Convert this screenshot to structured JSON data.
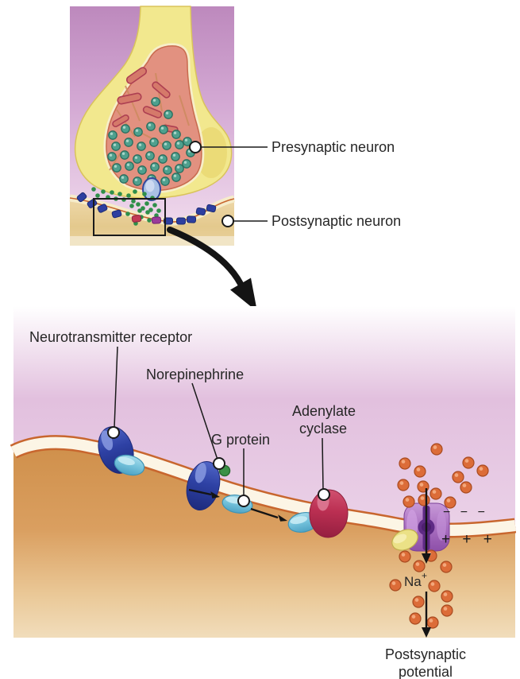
{
  "overview": {
    "presynaptic_label": "Presynaptic neuron",
    "postsynaptic_label": "Postsynaptic neuron"
  },
  "detail": {
    "receptor_label": "Neurotransmitter receptor",
    "norepinephrine_label": "Norepinephrine",
    "g_protein_label": "G protein",
    "adenylate_label_line1": "Adenylate",
    "adenylate_label_line2": "cyclase",
    "sodium_label": "Na",
    "sodium_superscript": "+",
    "negative_charges": "− − −",
    "positive_charges": "+ + +",
    "outcome_label_line1": "Postsynaptic",
    "outcome_label_line2": "potential"
  },
  "palette": {
    "vesicle_fill": "#4fa08e",
    "vesicle_stroke": "#2a6e5f",
    "vesicle_highlight": "#a8d6c9",
    "neurotransmitter": "#2f8f4a",
    "ion_fill": "#dc6c38",
    "ion_stroke": "#a84a20",
    "ion_highlight": "#f3a87c",
    "receptor_blue": "#2e3fa0",
    "receptor_blue_stroke": "#1b2a72",
    "receptor_red": "#c23a55",
    "receptor_red_stroke": "#8e2440",
    "receptor_magenta": "#9a3a9a",
    "receptor_magenta_stroke": "#6e2470"
  },
  "scatter": {
    "synaptic_vesicles": [
      [
        196,
        128
      ],
      [
        212,
        144
      ],
      [
        142,
        170
      ],
      [
        158,
        162
      ],
      [
        174,
        166
      ],
      [
        190,
        159
      ],
      [
        206,
        163
      ],
      [
        222,
        169
      ],
      [
        236,
        178
      ],
      [
        146,
        184
      ],
      [
        162,
        179
      ],
      [
        178,
        184
      ],
      [
        194,
        179
      ],
      [
        210,
        183
      ],
      [
        226,
        182
      ],
      [
        240,
        192
      ],
      [
        141,
        197
      ],
      [
        157,
        195
      ],
      [
        173,
        200
      ],
      [
        189,
        196
      ],
      [
        205,
        200
      ],
      [
        221,
        197
      ],
      [
        235,
        206
      ],
      [
        147,
        211
      ],
      [
        163,
        209
      ],
      [
        179,
        214
      ],
      [
        195,
        210
      ],
      [
        211,
        214
      ],
      [
        226,
        212
      ],
      [
        156,
        225
      ],
      [
        173,
        228
      ],
      [
        191,
        225
      ],
      [
        208,
        228
      ],
      [
        222,
        223
      ]
    ],
    "neurotransmitter_dots": [
      [
        118,
        238
      ],
      [
        123,
        246
      ],
      [
        130,
        241
      ],
      [
        136,
        248
      ],
      [
        141,
        242
      ],
      [
        146,
        250
      ],
      [
        151,
        244
      ],
      [
        156,
        251
      ],
      [
        162,
        246
      ],
      [
        168,
        253
      ],
      [
        174,
        257
      ],
      [
        180,
        262
      ],
      [
        185,
        256
      ],
      [
        190,
        264
      ],
      [
        195,
        258
      ],
      [
        200,
        265
      ],
      [
        176,
        265
      ],
      [
        166,
        259
      ],
      [
        186,
        267
      ],
      [
        170,
        241
      ],
      [
        182,
        244
      ],
      [
        192,
        249
      ],
      [
        161,
        269
      ],
      [
        178,
        273
      ],
      [
        188,
        277
      ],
      [
        171,
        281
      ],
      [
        197,
        271
      ]
    ],
    "overview_receptors": [
      [
        103,
        248,
        -40,
        "blue"
      ],
      [
        116,
        256,
        -34,
        "blue"
      ],
      [
        129,
        262,
        -26,
        "blue"
      ],
      [
        147,
        269,
        -16,
        "blue"
      ],
      [
        172,
        275,
        -8,
        "red"
      ],
      [
        197,
        277,
        -3,
        "magenta"
      ],
      [
        212,
        278,
        0,
        "blue"
      ],
      [
        228,
        278,
        0,
        "blue"
      ],
      [
        241,
        276,
        3,
        "blue"
      ],
      [
        253,
        266,
        10,
        "blue"
      ],
      [
        266,
        262,
        12,
        "blue"
      ]
    ],
    "sodium_ions_above": [
      [
        550,
        565
      ],
      [
        510,
        583
      ],
      [
        529,
        593
      ],
      [
        590,
        582
      ],
      [
        577,
        600
      ],
      [
        508,
        610
      ],
      [
        533,
        612
      ],
      [
        549,
        621
      ],
      [
        587,
        613
      ],
      [
        515,
        631
      ],
      [
        534,
        629
      ],
      [
        567,
        632
      ],
      [
        608,
        592
      ]
    ],
    "sodium_ions_below": [
      [
        510,
        700
      ],
      [
        543,
        699
      ],
      [
        528,
        712
      ],
      [
        562,
        713
      ],
      [
        498,
        736
      ],
      [
        547,
        737
      ],
      [
        563,
        750
      ],
      [
        527,
        757
      ],
      [
        563,
        768
      ],
      [
        523,
        778
      ],
      [
        545,
        783
      ]
    ]
  }
}
